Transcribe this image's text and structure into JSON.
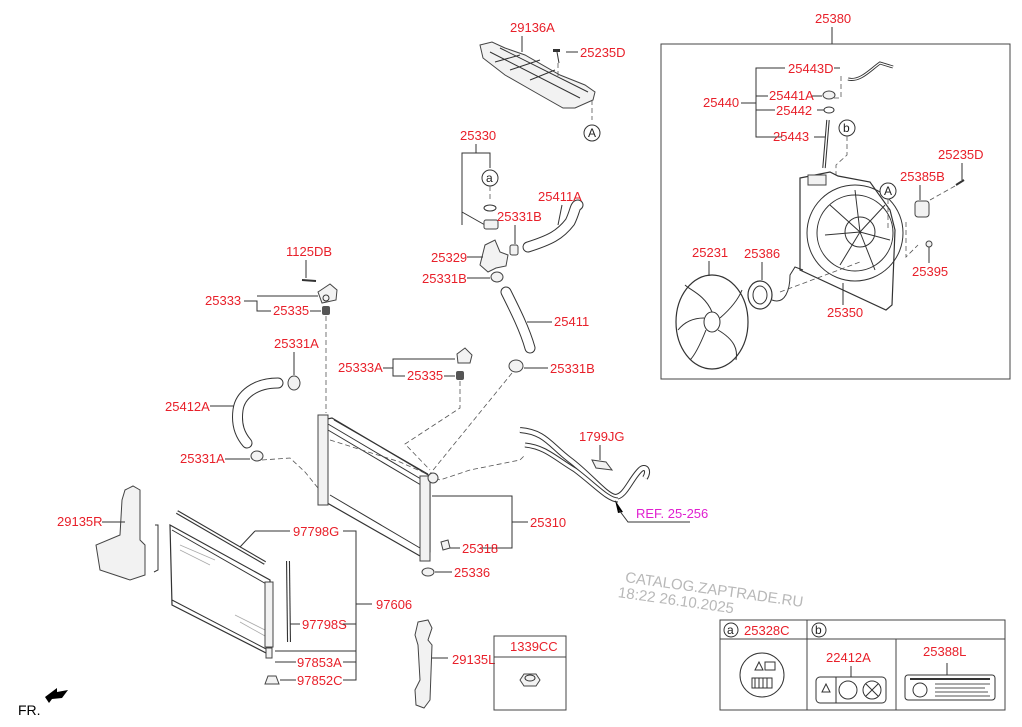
{
  "diagram": {
    "parts": {
      "p29136A": "29136A",
      "p25235D_top": "25235D",
      "p25380": "25380",
      "p25443D": "25443D",
      "p25440": "25440",
      "p25441A": "25441A",
      "p25442": "25442",
      "p25443": "25443",
      "p25235D_right": "25235D",
      "p25385B": "25385B",
      "p25231": "25231",
      "p25386": "25386",
      "p25395": "25395",
      "p25350": "25350",
      "p25330": "25330",
      "p25411A": "25411A",
      "p25331B_1": "25331B",
      "p25329": "25329",
      "p25331B_2": "25331B",
      "p25411": "25411",
      "p25331B_3": "25331B",
      "p1125DB": "1125DB",
      "p25333": "25333",
      "p25335_1": "25335",
      "p25331A_1": "25331A",
      "p25333A": "25333A",
      "p25335_2": "25335",
      "p25412A": "25412A",
      "p25331A_2": "25331A",
      "p1799JG": "1799JG",
      "p25310": "25310",
      "p25318": "25318",
      "p25336": "25336",
      "p29135R": "29135R",
      "p97798G": "97798G",
      "p97606": "97606",
      "p97798S": "97798S",
      "p97853A": "97853A",
      "p97852C": "97852C",
      "p29135L": "29135L",
      "p1339CC": "1339CC"
    },
    "reference": "REF. 25-256",
    "callouts": {
      "A": "A",
      "a": "a",
      "b": "b"
    },
    "legend_table": {
      "a_label": "a",
      "a_part": "25328C",
      "b_label": "b",
      "b_part1": "22412A",
      "b_part2": "25388L"
    },
    "front_indicator": "FR.",
    "watermark": {
      "line1": "CATALOG.ZAPTRADE.RU",
      "line2": "18:22 26.10.2025"
    },
    "colors": {
      "part_label": "#e8202a",
      "reference_label": "#e020d0",
      "watermark": "#b8b8b8"
    }
  }
}
